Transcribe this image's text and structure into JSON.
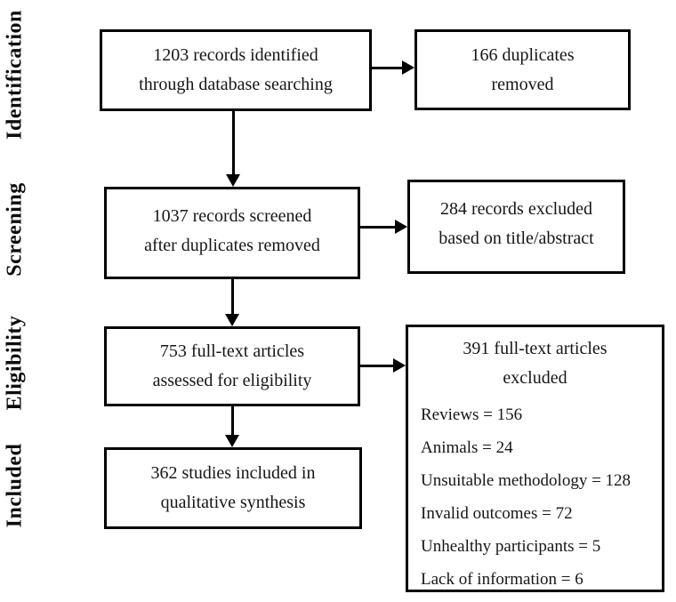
{
  "diagram": {
    "stages": [
      {
        "label": "Identification"
      },
      {
        "label": "Screening"
      },
      {
        "label": "Eligibility"
      },
      {
        "label": "Included"
      }
    ],
    "boxes": {
      "identified": {
        "line1": "1203 records identified",
        "line2": "through database searching"
      },
      "duplicates": {
        "line1": "166 duplicates",
        "line2": "removed"
      },
      "screened": {
        "line1": "1037 records screened",
        "line2": "after duplicates removed"
      },
      "title_excluded": {
        "line1": "284 records excluded",
        "line2": "based on title/abstract"
      },
      "fulltext": {
        "line1": "753 full-text articles",
        "line2": "assessed for eligibility"
      },
      "excluded": {
        "title_line1": "391 full-text articles",
        "title_line2": "excluded",
        "reasons": [
          "Reviews = 156",
          "Animals = 24",
          "Unsuitable methodology = 128",
          "Invalid outcomes = 72",
          "Unhealthy participants = 5",
          "Lack of information = 6"
        ]
      },
      "included": {
        "line1": "362 studies included in",
        "line2": "qualitative synthesis"
      }
    },
    "colors": {
      "stroke": "#000000",
      "background": "#ffffff",
      "text": "#161616"
    }
  }
}
